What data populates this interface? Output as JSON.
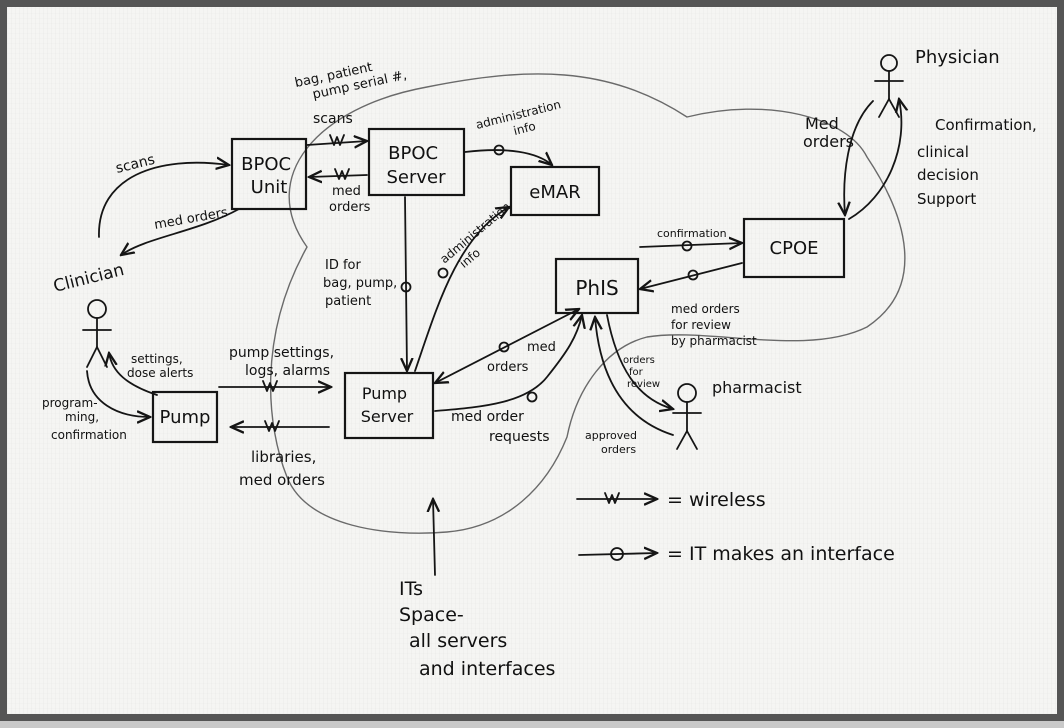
{
  "nodes": {
    "physician": "Physician",
    "clinician": "Clinician",
    "pharmacist": "pharmacist",
    "bpoc_unit": [
      "BPOC",
      "Unit"
    ],
    "bpoc_server": [
      "BPOC",
      "Server"
    ],
    "emar": "eMAR",
    "phis": "PhIS",
    "cpoe": "CPOE",
    "pump": "Pump",
    "pump_server": [
      "Pump",
      "Server"
    ]
  },
  "labels": {
    "scans_top": [
      "bag, patient",
      "pump serial #,",
      "scans"
    ],
    "scans_left": "scans",
    "med_orders_bpoc": [
      "med",
      "orders"
    ],
    "med_orders_clinician": "med orders",
    "admin_info_top": [
      "administration",
      "info"
    ],
    "admin_info_mid": [
      "administration",
      "info"
    ],
    "id_for": [
      "ID for",
      "bag, pump,",
      "patient"
    ],
    "med_orders_physician": [
      "Med",
      "orders"
    ],
    "confirmation_physician": [
      "Confirmation,",
      "clinical",
      "decision",
      "Support"
    ],
    "confirmation_cpoe": "confirmation",
    "med_orders_review": [
      "med orders",
      "for review",
      "by pharmacist"
    ],
    "settings": [
      "settings,",
      "dose alerts"
    ],
    "pump_settings": [
      "pump settings,",
      "logs, alarms"
    ],
    "programming": [
      "program-",
      "ming,",
      "confirmation"
    ],
    "libraries": [
      "libraries,",
      "med orders"
    ],
    "med_orders_phis": [
      "med",
      "orders"
    ],
    "med_order_requests": [
      "med order",
      "requests"
    ],
    "orders_for_review": [
      "orders",
      "for",
      "review"
    ],
    "approved_orders": [
      "approved",
      "orders"
    ],
    "its_space": [
      "ITs",
      "Space-",
      "all servers",
      "and interfaces"
    ]
  },
  "legend": {
    "wireless": "= wireless",
    "interface": "= IT makes an interface"
  }
}
